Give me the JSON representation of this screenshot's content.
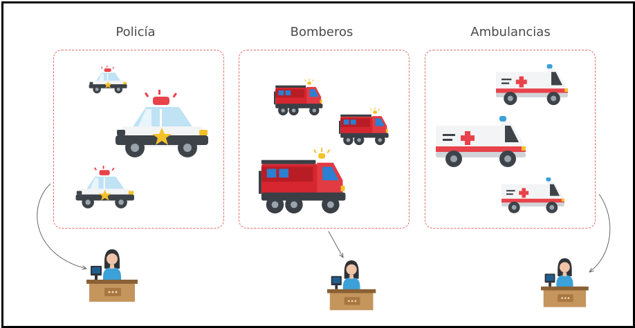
{
  "groups": [
    {
      "title": "Policía",
      "vehicle": "police-car-icon"
    },
    {
      "title": "Bomberos",
      "vehicle": "fire-truck-icon"
    },
    {
      "title": "Ambulancias",
      "vehicle": "ambulance-icon"
    }
  ],
  "operator": {
    "icon": "dispatcher-operator-icon"
  },
  "colors": {
    "dashed_border": "#e46767",
    "police_blue": "#bfe2f5",
    "police_dark": "#3d4349",
    "siren_red": "#e8424b",
    "star_yellow": "#f4c12b",
    "fire_red": "#d6262f",
    "fire_dark": "#3a3f45",
    "ambulance_red": "#e8424b",
    "desk_brown": "#c5955e",
    "operator_blue": "#3ba1d8"
  }
}
